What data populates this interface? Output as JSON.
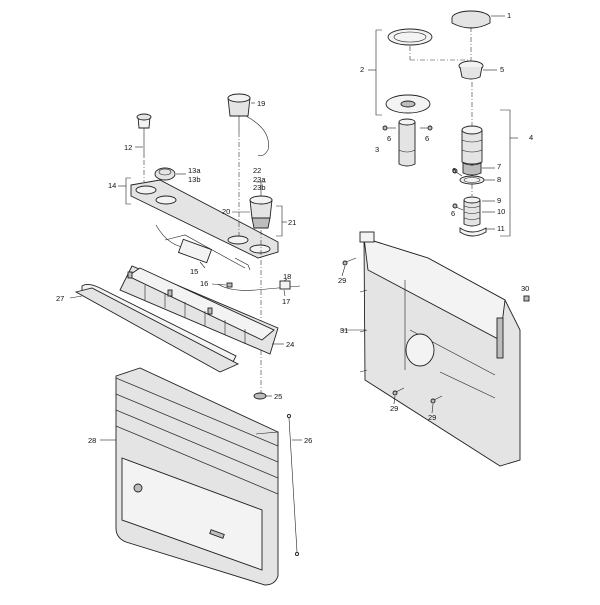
{
  "diagram": {
    "callouts": [
      {
        "id": "c1",
        "text": "1"
      },
      {
        "id": "c2",
        "text": "2"
      },
      {
        "id": "c4",
        "text": "4"
      },
      {
        "id": "c5",
        "text": "5"
      },
      {
        "id": "c3",
        "text": "3"
      },
      {
        "id": "c6a",
        "text": "6"
      },
      {
        "id": "c6b",
        "text": "6"
      },
      {
        "id": "c6c",
        "text": "6"
      },
      {
        "id": "c6d",
        "text": "6"
      },
      {
        "id": "c7",
        "text": "7"
      },
      {
        "id": "c8",
        "text": "8"
      },
      {
        "id": "c9",
        "text": "9"
      },
      {
        "id": "c10",
        "text": "10"
      },
      {
        "id": "c11",
        "text": "11"
      },
      {
        "id": "c12",
        "text": "12"
      },
      {
        "id": "c13a",
        "text": "13a"
      },
      {
        "id": "c13b",
        "text": "13b"
      },
      {
        "id": "c14",
        "text": "14"
      },
      {
        "id": "c15",
        "text": "15"
      },
      {
        "id": "c16",
        "text": "16"
      },
      {
        "id": "c17",
        "text": "17"
      },
      {
        "id": "c18",
        "text": "18"
      },
      {
        "id": "c19",
        "text": "19"
      },
      {
        "id": "c20",
        "text": "20"
      },
      {
        "id": "c21",
        "text": "21"
      },
      {
        "id": "c22",
        "text": "22"
      },
      {
        "id": "c23a",
        "text": "23a"
      },
      {
        "id": "c23b",
        "text": "23b"
      },
      {
        "id": "c24",
        "text": "24"
      },
      {
        "id": "c25",
        "text": "25"
      },
      {
        "id": "c26",
        "text": "26"
      },
      {
        "id": "c27",
        "text": "27"
      },
      {
        "id": "c28",
        "text": "28"
      },
      {
        "id": "c29a",
        "text": "29"
      },
      {
        "id": "c29b",
        "text": "29"
      },
      {
        "id": "c29c",
        "text": "29"
      },
      {
        "id": "c30",
        "text": "30"
      },
      {
        "id": "c31",
        "text": "31"
      }
    ],
    "colors": {
      "line": "#222222",
      "fill": "#e4e4e4",
      "background": "#ffffff"
    }
  }
}
